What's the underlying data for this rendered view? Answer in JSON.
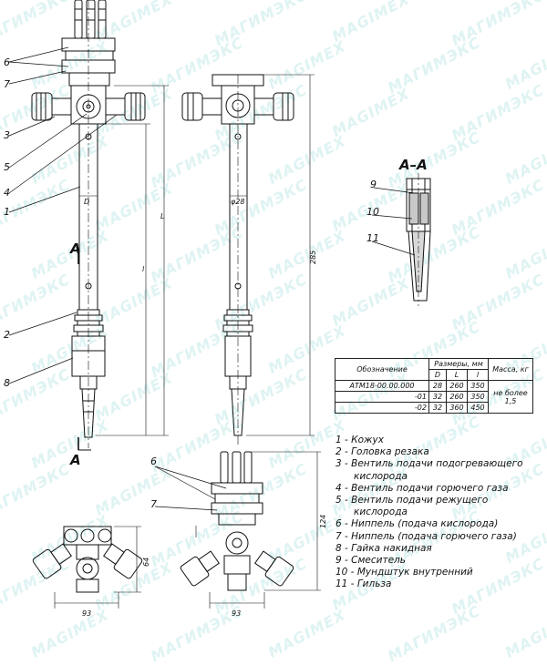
{
  "watermarks": [
    "МАГИМЭКС",
    "MAGIMEX"
  ],
  "section_label": "A–A",
  "section_marker": "A",
  "dimensions": {
    "D": "D",
    "L": "L",
    "l": "l",
    "phi28": "φ28",
    "d285": "285",
    "d93a": "93",
    "d93b": "93",
    "d64": "64",
    "d124": "124"
  },
  "callouts": {
    "c1": "1",
    "c2": "2",
    "c3": "3",
    "c4": "4",
    "c5": "5",
    "c6": "6",
    "c7": "7",
    "c8": "8",
    "c9": "9",
    "c10": "10",
    "c11": "11",
    "c6b": "6",
    "c7b": "7"
  },
  "table": {
    "h_designation": "Обозначение",
    "h_sizes": "Размеры, мм",
    "h_mass": "Масса, кг",
    "h_D": "D",
    "h_L": "L",
    "h_l": "l",
    "rows": [
      {
        "name": "АТМ18-00.00.000",
        "D": "28",
        "L": "260",
        "l": "350"
      },
      {
        "name": "-01",
        "D": "32",
        "L": "260",
        "l": "350"
      },
      {
        "name": "-02",
        "D": "32",
        "L": "360",
        "l": "450"
      }
    ],
    "mass": "не более 1,5"
  },
  "legend": [
    "1 - Кожух",
    "2 - Головка резака",
    "3 - Вентиль подачи подогревающего\n      кислорода",
    "4 - Вентиль подачи горючего газа",
    "5 - Вентиль подачи режущего\n      кислорода",
    "6 - Ниппель (подача кислорода)",
    "7 - Ниппель (подача горючего газа)",
    "8 - Гайка накидная",
    "9 - Смеситель",
    "10 - Мундштук внутренний",
    "11 - Гильза"
  ]
}
